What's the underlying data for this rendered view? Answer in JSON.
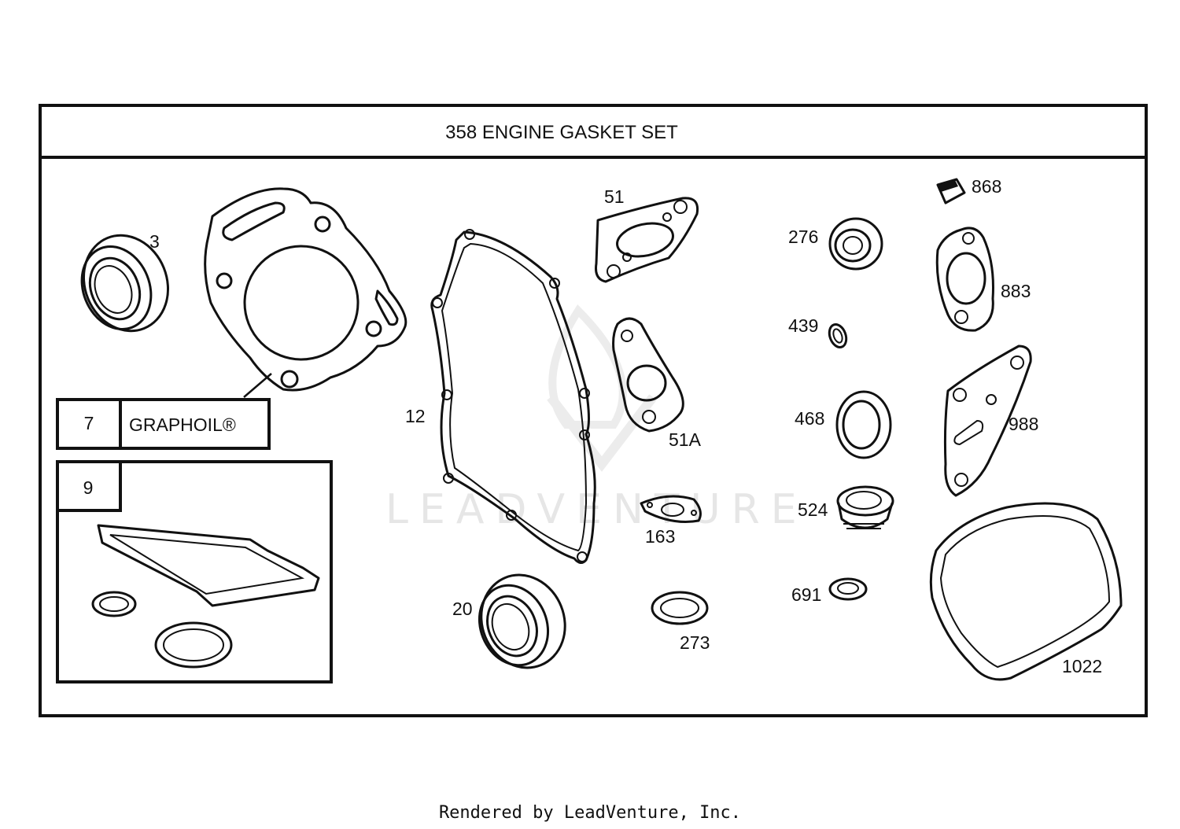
{
  "title": "358 ENGINE GASKET SET",
  "footer": "Rendered by LeadVenture, Inc.",
  "watermark": "LEADVENTURE",
  "boxes": {
    "item7_number": "7",
    "item7_label": "GRAPHOIL®",
    "item9_number": "9"
  },
  "parts": [
    "3",
    "12",
    "20",
    "51",
    "51A",
    "163",
    "273",
    "276",
    "439",
    "468",
    "524",
    "691",
    "868",
    "883",
    "988",
    "1022"
  ],
  "colors": {
    "ink": "#111111",
    "watermark": "#e6e6e6",
    "background": "#ffffff"
  }
}
